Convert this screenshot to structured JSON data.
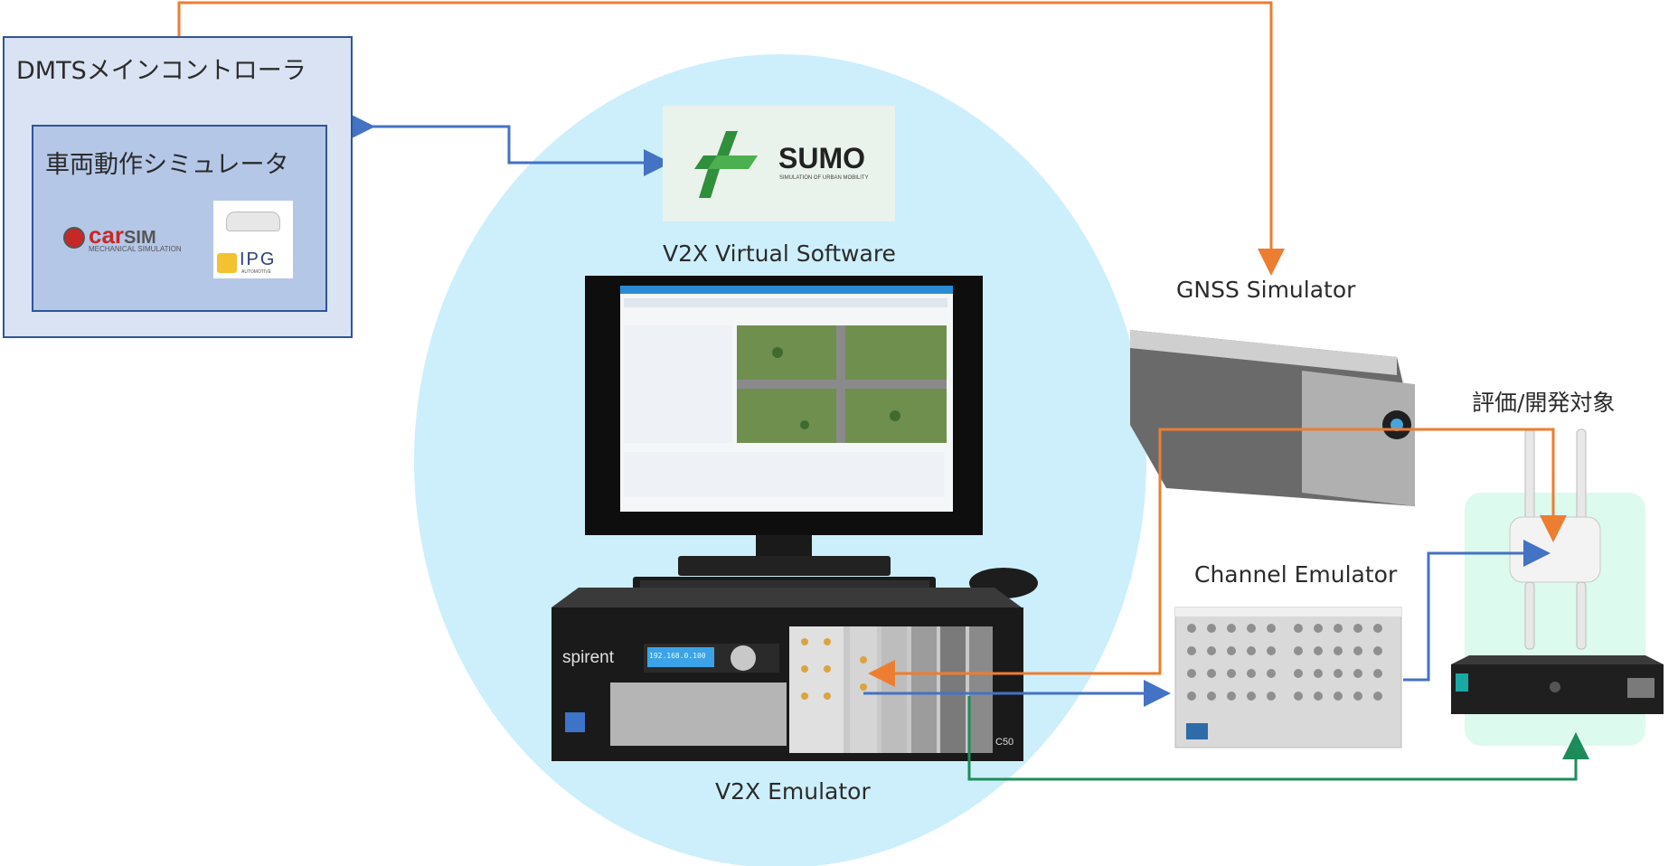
{
  "labels": {
    "dmts_controller": "DMTSメインコントローラ",
    "vehicle_simulator": "車両動作シミュレータ",
    "v2x_virtual_software": "V2X Virtual Software",
    "gnss_simulator": "GNSS Simulator",
    "channel_emulator": "Channel Emulator",
    "v2x_emulator": "V2X Emulator",
    "dut": "評価/開発対象"
  },
  "logos": {
    "sumo_name": "SUMO",
    "sumo_sub": "SIMULATION OF URBAN MOBILITY",
    "carsim_car": "car",
    "carsim_sim": "SIM",
    "carsim_sub": "MECHANICAL SIMULATION",
    "ipg": "IPG",
    "ipg_sub": "AUTOMOTIVE",
    "spirent": "spirent",
    "c50": "C50",
    "lcd": "192.168.0.100"
  },
  "colors": {
    "orange": "#ed7d31",
    "blue": "#4472c4",
    "green": "#1e8c5a",
    "ellipse": "#cdeffb",
    "dut_bg": "#ddfaee"
  }
}
